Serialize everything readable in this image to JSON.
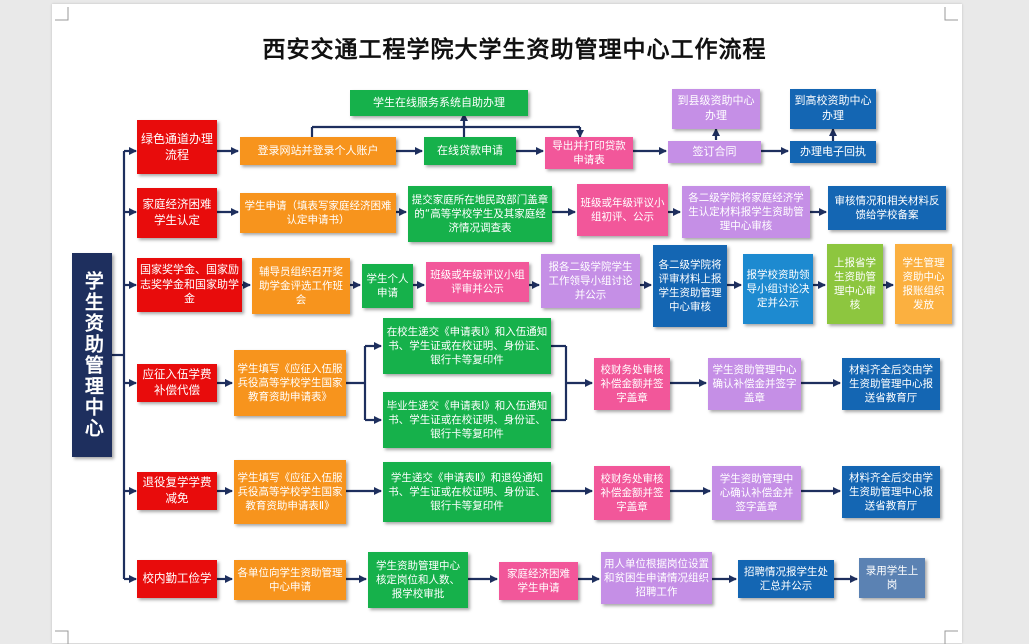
{
  "title": "西安交通工程学院大学生资助管理中心工作流程",
  "center": "学生资助管理中心",
  "rows": {
    "green_channel": {
      "label": "绿色通道办理流程",
      "online": "学生在线服务系统自助办理",
      "login": "登录网站并登录个人账户",
      "loan_apply": "在线贷款申请",
      "print": "导出并打印贷款申请表",
      "county": "到县级资助中心办理",
      "college": "到高校资助中心办理",
      "sign": "签订合同",
      "receipt": "办理电子回执"
    },
    "difficulty": {
      "label": "家庭经济困难学生认定",
      "s1": "学生申请（填表写家庭经济困难认定申请书）",
      "s2": "提交家庭所在地民政部门盖章的“高等学校学生及其家庭经济情况调查表",
      "s3": "班级或年级评议小组初评、公示",
      "s4": "各二级学院将家庭经济学生认定材料报学生资助管理中心审核",
      "s5": "审核情况和相关材料反馈给学校备案"
    },
    "scholarship": {
      "label": "国家奖学金、国家励志奖学金和国家助学金",
      "s1": "辅导员组织召开奖助学金评选工作班会",
      "s2": "学生个人申请",
      "s3": "班级或年级评议小组评审并公示",
      "s4": "报各二级学院学生工作领导小组讨论并公示",
      "s5": "各二级学院将评审材料上报学生资助管理中心审核",
      "s6": "报学校资助领导小组讨论决定并公示",
      "s7": "上报省学生资助管理中心审核",
      "s8": "学生管理资助中心报账组织发放"
    },
    "enlist": {
      "label": "应征入伍学费补偿代偿",
      "s1": "学生填写《应征入伍服兵役高等学校学生国家教育资助申请表》",
      "s2a": "在校生递交《申请表Ⅰ》和入伍通知书、学生证或在校证明、身份证、银行卡等复印件",
      "s2b": "毕业生递交《申请表Ⅰ》和入伍通知书、学生证或在校证明、身份证、银行卡等复印件",
      "s3": "校财务处审核补偿金额并签字盖章",
      "s4": "学生资助管理中心确认补偿金并签字盖章",
      "s5": "材料齐全后交由学生资助管理中心报送省教育厅"
    },
    "retired": {
      "label": "退役复学学费减免",
      "s1": "学生填写《应征入伍服兵役高等学校学生国家教育资助申请表Ⅱ》",
      "s2": "学生递交《申请表Ⅱ》和退役通知书、学生证或在校证明、身份证、银行卡等复印件",
      "s3": "校财务处审核补偿金额并签字盖章",
      "s4": "学生资助管理中心确认补偿金并签字盖章",
      "s5": "材料齐全后交由学生资助管理中心报送省教育厅"
    },
    "work_study": {
      "label": "校内勤工俭学",
      "s1": "各单位向学生资助管理中心申请",
      "s2": "学生资助管理中心核定岗位和人数、报学校审批",
      "s3": "家庭经济困难学生申请",
      "s4": "用人单位根据岗位设置和贫困生申请情况组织招聘工作",
      "s5": "招聘情况报学生处汇总并公示",
      "s6": "录用学生上岗"
    }
  }
}
